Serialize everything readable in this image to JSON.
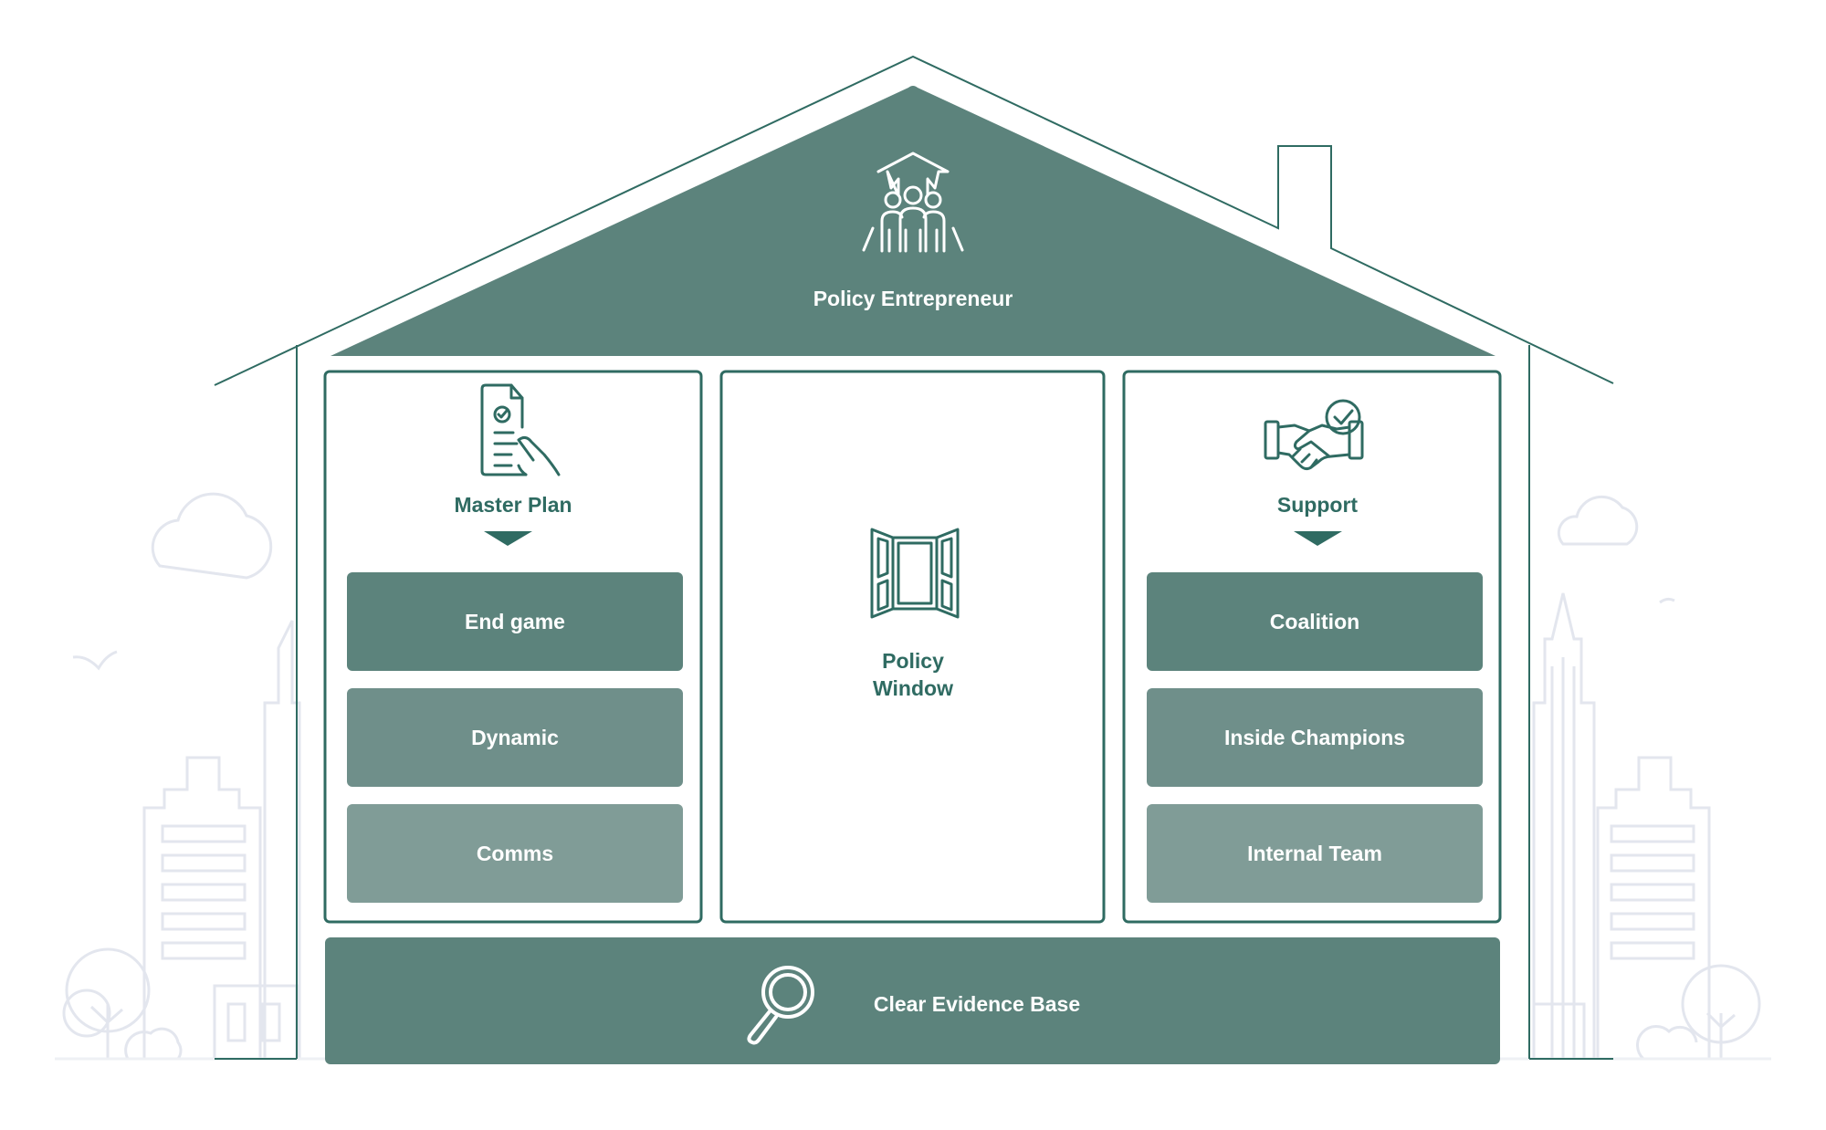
{
  "colors": {
    "primary": "#5c837c",
    "medium": "#6f8f8a",
    "light": "#809c97",
    "outline": "#2f6b62",
    "background_art": "#e3e6ee"
  },
  "roof": {
    "title": "Policy Entrepreneur",
    "icon": "people-up-arrow-icon"
  },
  "left_pillar": {
    "title": "Master Plan",
    "icon": "document-check-hand-icon",
    "items": [
      "End game",
      "Dynamic",
      "Comms"
    ]
  },
  "center_pillar": {
    "title_line1": "Policy",
    "title_line2": "Window",
    "icon": "open-window-icon"
  },
  "right_pillar": {
    "title": "Support",
    "icon": "handshake-check-icon",
    "items": [
      "Coalition",
      "Inside Champions",
      "Internal Team"
    ]
  },
  "foundation": {
    "title": "Clear Evidence Base",
    "icon": "magnifier-icon"
  }
}
